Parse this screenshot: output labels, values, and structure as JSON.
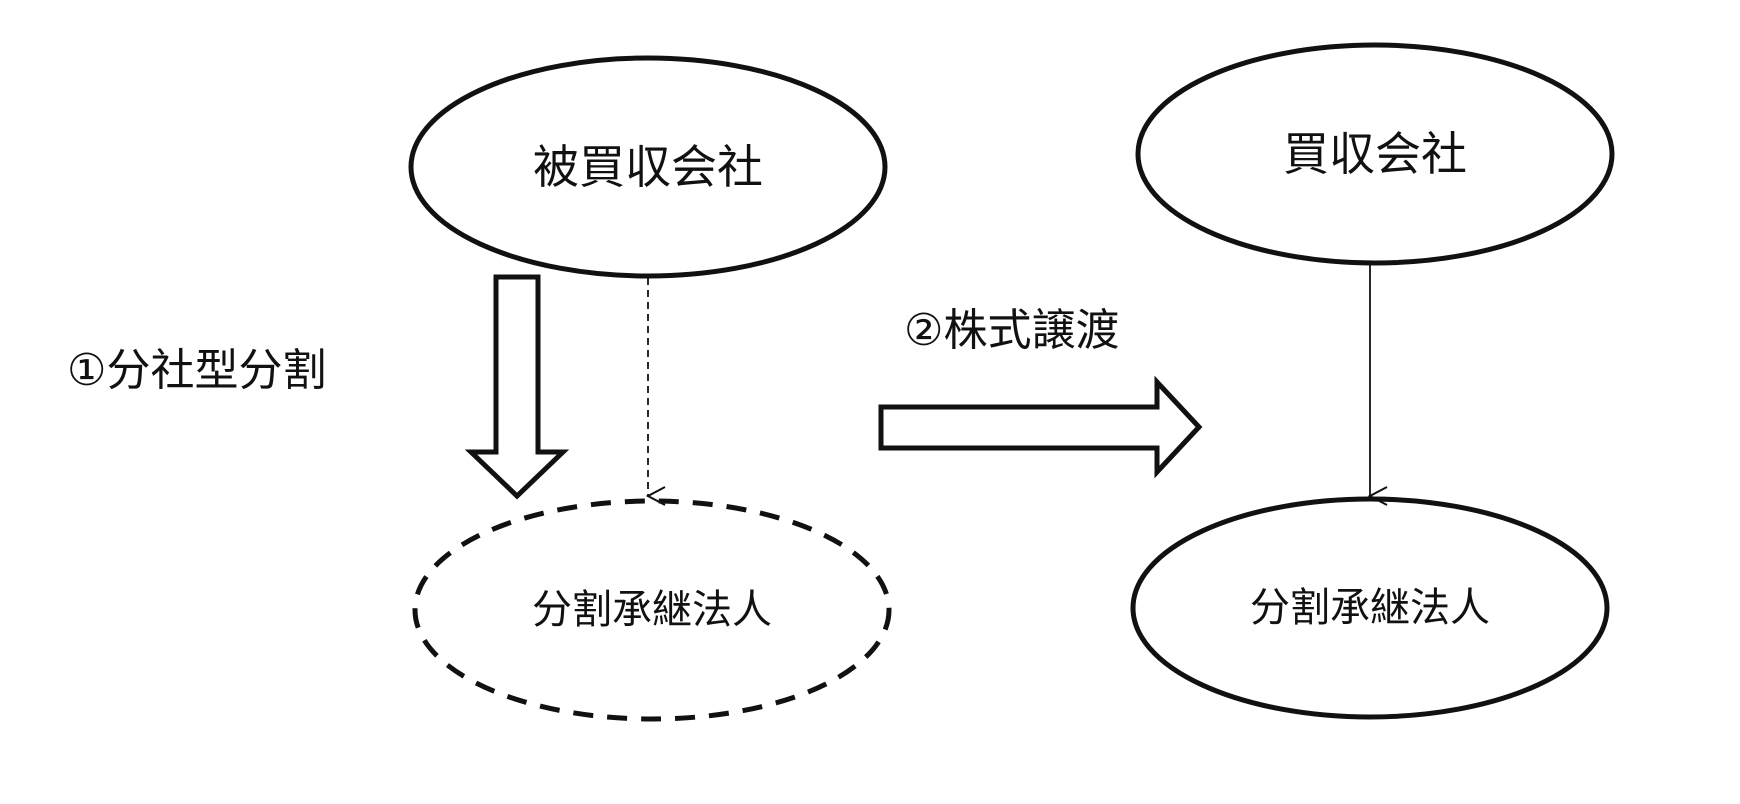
{
  "nodes": {
    "target_company": "被買収会社",
    "split_successor_before": "分割承継法人",
    "acquirer_company": "買収会社",
    "split_successor_after": "分割承継法人"
  },
  "steps": {
    "step1": "①分社型分割",
    "step2": "②株式譲渡"
  },
  "colors": {
    "stroke": "#111111",
    "background": "#ffffff"
  }
}
